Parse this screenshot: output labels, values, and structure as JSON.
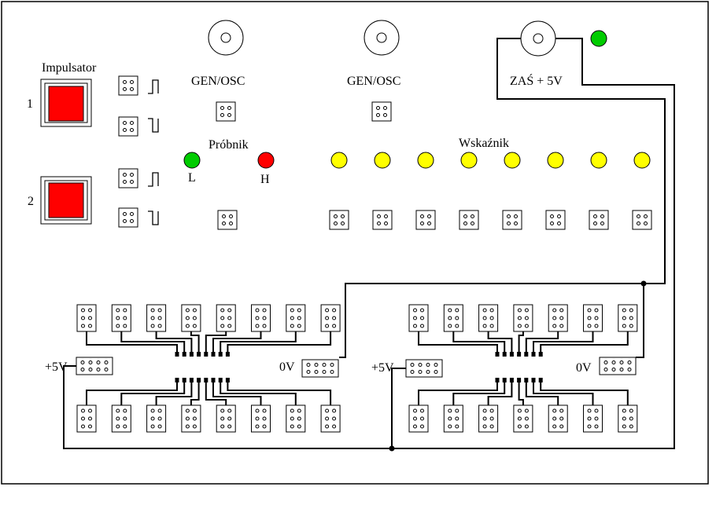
{
  "labels": {
    "impulsator": "Impulsator",
    "impulse_1": "1",
    "impulse_2": "2",
    "gen_osc_1": "GEN/OSC",
    "gen_osc_2": "GEN/OSC",
    "zas": "ZAŚ + 5V",
    "probnik": "Próbnik",
    "probe_low": "L",
    "probe_high": "H",
    "wskaznik": "Wskaźnik",
    "left_plus5v": "+5V",
    "left_0v": "0V",
    "right_plus5v": "+5V",
    "right_0v": "0V"
  },
  "colors": {
    "impulse_button": "#ff0000",
    "probe_low_led": "#00cc00",
    "probe_high_led": "#ff0000",
    "indicator_led": "#ffff00",
    "power_led": "#00cc00"
  },
  "icons": {
    "pulse_positive": "positive-pulse-icon",
    "pulse_negative": "negative-pulse-icon"
  },
  "indicator_led_count": 8,
  "left_chip_socket_count": 16,
  "right_chip_socket_count": 14
}
